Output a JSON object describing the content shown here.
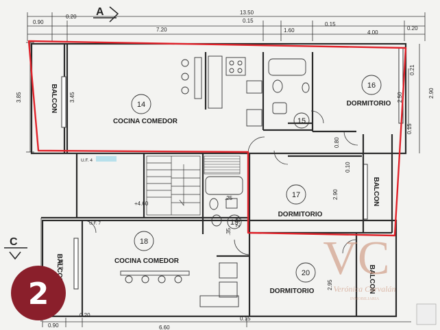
{
  "top_dims": {
    "overall": "13.50",
    "left_a": "0.90",
    "left_b": "0.20",
    "mid_a": "7.20",
    "mid_b": "0.15",
    "mid_c": "1.60",
    "mid_d": "0.15",
    "right_a": "4.00",
    "right_b": "0.20"
  },
  "side_dims": {
    "left_outer": "3.85",
    "left_inner": "3.45",
    "right_a": "0.21",
    "right_b": "2.50",
    "right_c": "2.90",
    "right_d": "0.15",
    "center_a": "0.80",
    "center_b": "0.10",
    "center_c": "2.90",
    "lower_left": "3.35",
    "lower_right": "2.95",
    "stair_level": "+4.60",
    "stair_b": ".25",
    "lower_c": ".35",
    "lower_d": "2.15"
  },
  "bottom_dims": {
    "left_a": "0.90",
    "left_b": "0.20",
    "mid_a": "6.60",
    "mid_b": "0.15"
  },
  "section_marks": {
    "a": "A",
    "c": "C"
  },
  "unit_labels": {
    "uf4": "U.F. 4",
    "uf7": "U.F. 7"
  },
  "rooms": {
    "balcon_left": "BALCON",
    "room14": {
      "num": "14",
      "label": "COCINA COMEDOR"
    },
    "room15": {
      "num": "15"
    },
    "room16": {
      "num": "16",
      "label": "DORMITORIO"
    },
    "room17": {
      "num": "17",
      "label": "DORMITORIO"
    },
    "balcon_right": "BALCON",
    "room18": {
      "num": "18",
      "label": "COCINA COMEDOR"
    },
    "room19": {
      "num": "19"
    },
    "room20": {
      "num": "20",
      "label": "DORMITORIO"
    },
    "balcon_lower_left": "BALCON",
    "balcon_lower_right": "BALCON"
  },
  "badge": {
    "number": "2",
    "color": "#8a1f2b"
  },
  "watermark": {
    "initials": "VC",
    "name": "Verónica Corvalán",
    "sub": "INMOBILIARIA",
    "color": "#c8896e"
  },
  "colors": {
    "highlight": "#e0222a",
    "ink": "#2a2a2a",
    "uf4_tag": "#8fd3e8"
  }
}
